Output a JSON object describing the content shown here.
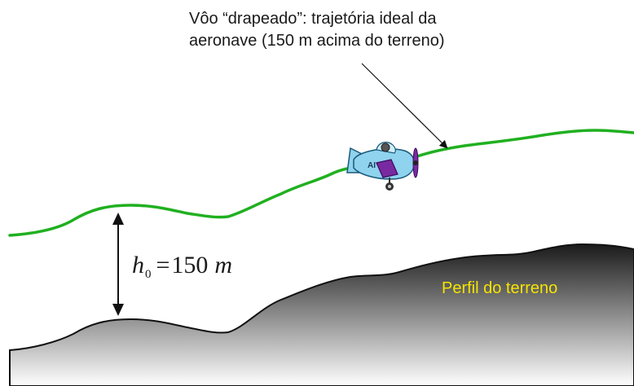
{
  "caption": {
    "line1": "Vôo “drapeado”: trajetória ideal da",
    "line2": "aeronave (150 m acima do terreno)"
  },
  "terrain_label": "Perfil do terreno",
  "height_equation": {
    "symbol": "h",
    "subscript": "0",
    "equals": "=",
    "value": "150",
    "unit": "m"
  },
  "aircraft_label": "AI",
  "colors": {
    "flight_path": "#20b020",
    "terrain_top": "#1a1a1a",
    "terrain_bottom": "#ffffff",
    "terrain_label": "#f5e400",
    "aircraft_body": "#8fd3ee",
    "aircraft_wing": "#7a2aa0"
  }
}
